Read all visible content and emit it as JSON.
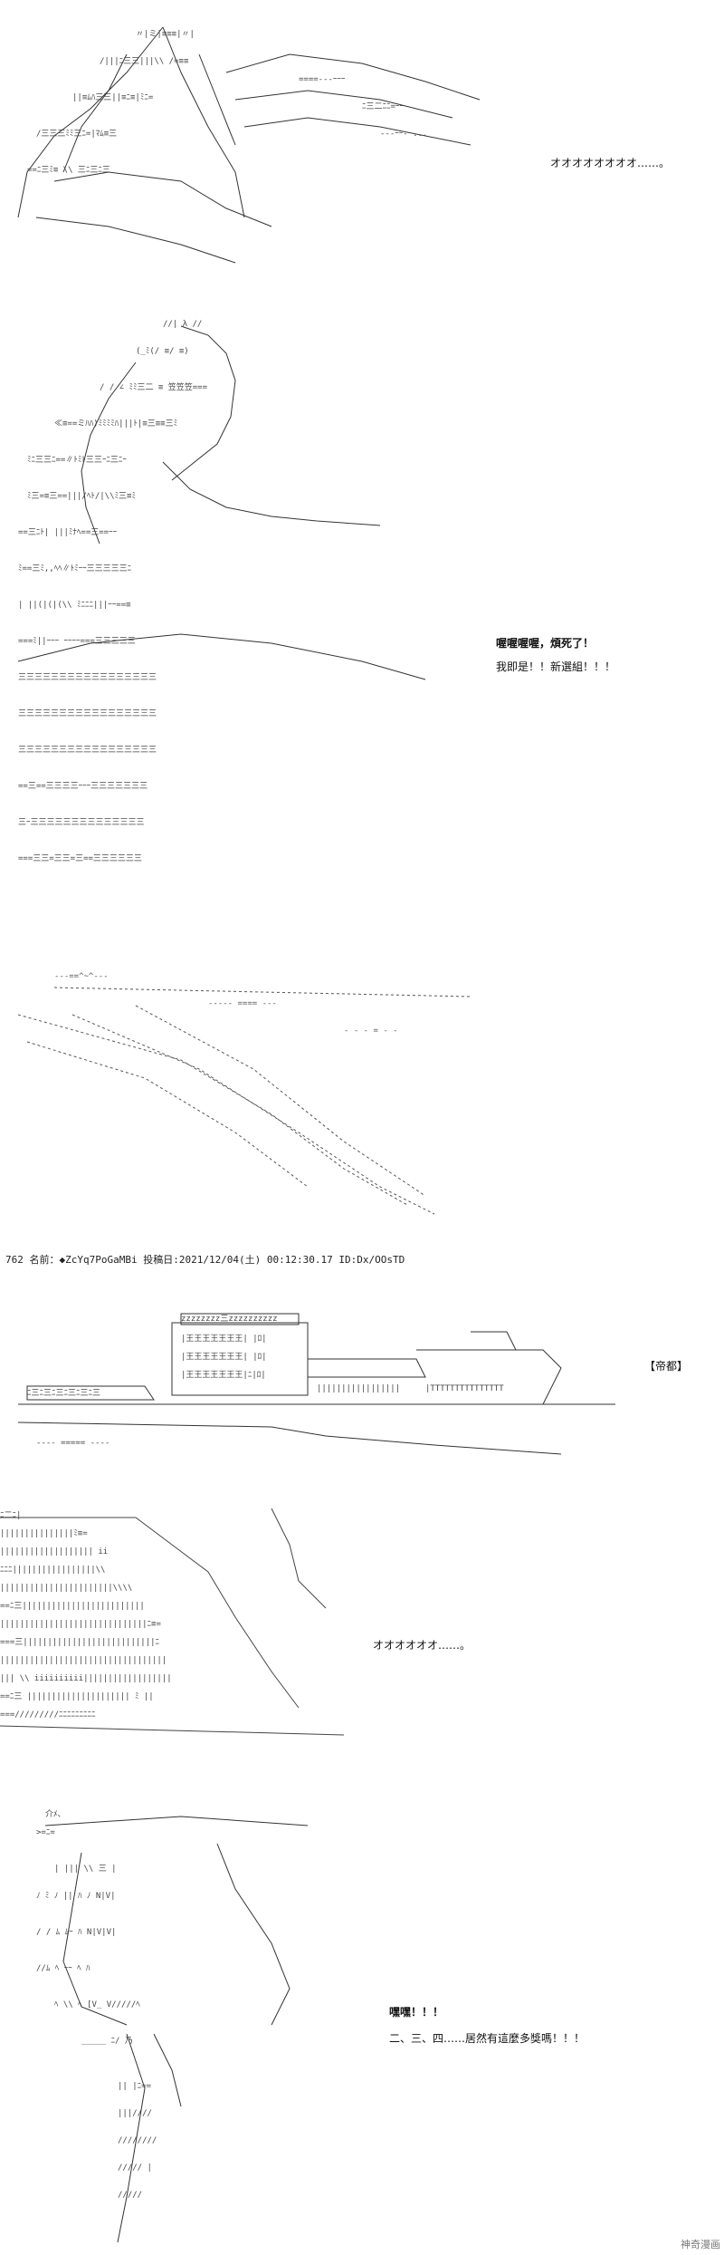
{
  "panels": [
    {
      "speech": [
        "オオオオオオオオ……。"
      ]
    },
    {
      "speech": [
        "喔喔喔喔，煩死了！",
        "我即是！！新選組！！！"
      ]
    },
    {
      "post_header": "762 名前：◆ZcYq7PoGaMBi 投稿日:2021/12/04(土) 00:12:30.17 ID:Dx/OOsTD"
    },
    {
      "speech": [
        "【帝都】"
      ]
    },
    {
      "speech": [
        "オオオオオオ……。"
      ]
    },
    {
      "speech": [
        "嘿嘿！！！",
        "二、三、四……居然有這麼多獎嗎！！！"
      ]
    }
  ],
  "watermark": "神奇漫画",
  "colors": {
    "ink": "#222222",
    "paper": "#ffffff"
  }
}
